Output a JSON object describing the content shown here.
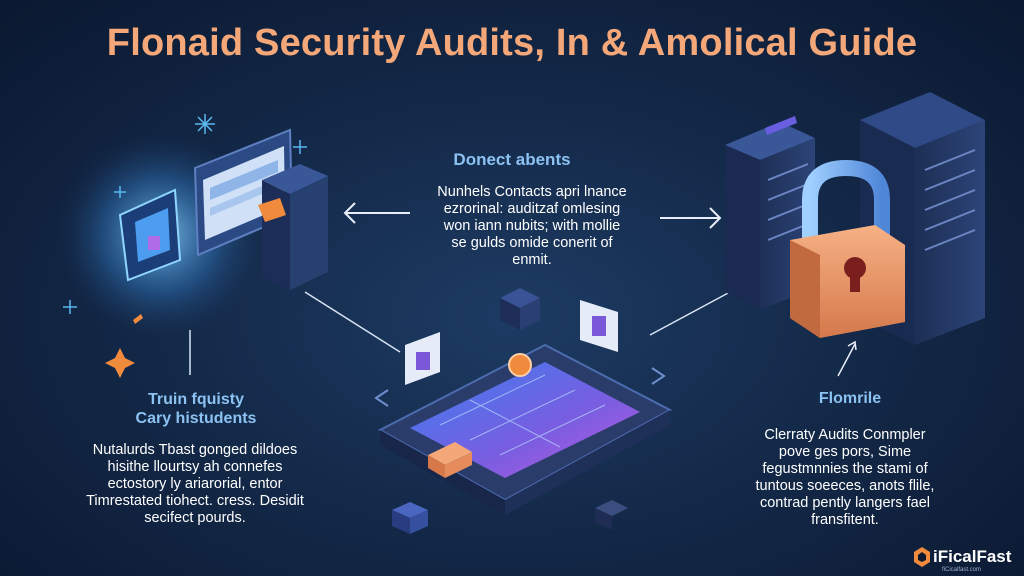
{
  "title": "Flonaid Security Audits, In & Amolical Guide",
  "center": {
    "heading": "Donect abents",
    "lines": [
      "Nunhels Contacts apri lnance",
      "ezrorinal: auditzaf omlesing",
      "won iann nubits; with mollie",
      "se gulds omide conerit of",
      "enmit."
    ]
  },
  "left": {
    "heading_lines": [
      "Truin fquisty",
      "Cary histudents"
    ],
    "lines": [
      "Nutalurds Tbast gonged dildoes",
      "hisithe llourtsy ah connefes",
      "ectostory ly ariarorial, entor",
      "Timrestated tiohect. cress. Desidit",
      "secifect pourds."
    ]
  },
  "right": {
    "heading": "Flomrile",
    "lines": [
      "Clerraty Audits Conmpler",
      "pove ges pors, Sime",
      "fegustmnnies the stami of",
      "tuntous soeeces, anots flile,",
      "contrad pently langers fael",
      "fransfitent."
    ]
  },
  "logo": {
    "text": "iFicalFast",
    "sub": "fiCicalfast.com"
  },
  "colors": {
    "title": "#f4a87a",
    "heading": "#8cc2f2",
    "accent": "#f08a3c",
    "background": "#142a4a"
  },
  "icons": [
    "monitor-icon",
    "server-tower-icon",
    "padlock-icon",
    "circuit-board-icon",
    "snowflake-icon",
    "arrow-left-icon",
    "arrow-right-icon"
  ]
}
